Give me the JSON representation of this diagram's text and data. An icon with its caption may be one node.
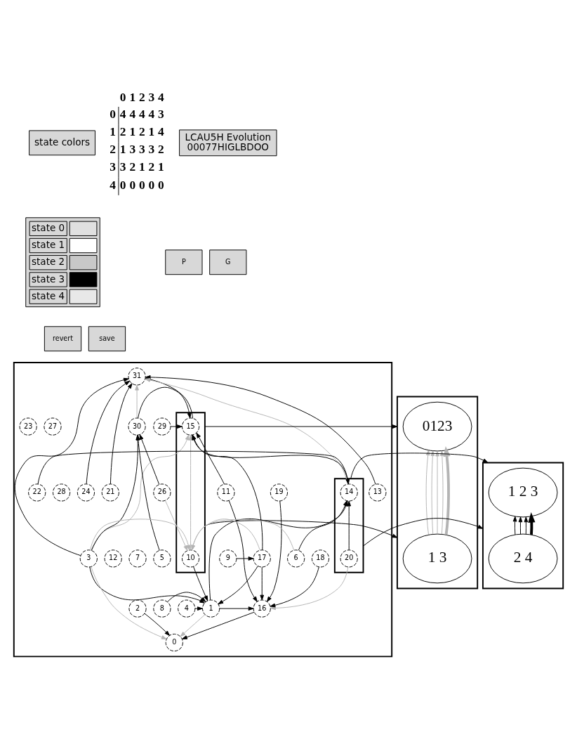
{
  "diagram": {
    "nodes": [
      {
        "text": [
          "state colors"
        ]
      },
      {
        "text": [
          "LCAU5H Evolution",
          "00077HIGLBDOO"
        ]
      },
      {
        "text": [],
        "shape": "box"
      },
      {
        "text": [
          "31"
        ],
        "in": 2
      },
      {
        "text": [],
        "shape": "box",
        "in": 2
      },
      {
        "text": [
          "15"
        ],
        "in": 4
      },
      {
        "text": [
          "29"
        ],
        "in": 2
      },
      {
        "text": [
          "27"
        ],
        "in": 2
      },
      {
        "text": [
          "23"
        ],
        "in": 2
      },
      {
        "text": [
          "30"
        ],
        "in": 2
      },
      {
        "text": [
          "11"
        ],
        "in": 2
      },
      {
        "text": [
          "28"
        ],
        "in": 2
      },
      {
        "text": [
          "13"
        ],
        "in": 2
      },
      {
        "text": [
          "24"
        ],
        "in": 2
      },
      {
        "text": [
          "21"
        ],
        "in": 2
      },
      {
        "text": [
          "19"
        ],
        "in": 2
      },
      {
        "text": [
          "26"
        ],
        "in": 2
      },
      {
        "text": [
          "22"
        ],
        "in": 2
      },
      {
        "text": [],
        "shape": "box",
        "in": 2
      },
      {
        "text": [
          "14"
        ],
        "in": 18
      },
      {
        "text": [
          "10"
        ],
        "in": 4
      },
      {
        "text": [
          "9"
        ],
        "in": 2
      },
      {
        "text": [
          "7"
        ],
        "in": 2
      },
      {
        "text": [
          "12"
        ],
        "in": 2
      },
      {
        "text": [
          "17"
        ],
        "in": 2
      },
      {
        "text": [
          "3"
        ],
        "in": 2
      },
      {
        "text": [
          "5"
        ],
        "in": 2
      },
      {
        "text": [
          "6"
        ],
        "in": 2
      },
      {
        "text": [
          "18"
        ],
        "in": 2
      },
      {
        "text": [
          "20"
        ],
        "in": 18
      },
      {
        "text": [
          "2"
        ],
        "in": 2
      },
      {
        "text": [
          "4"
        ],
        "in": 2
      },
      {
        "text": [
          "1"
        ],
        "in": 2
      },
      {
        "text": [
          "8"
        ],
        "in": 2
      },
      {
        "text": [
          "16"
        ],
        "in": 2
      },
      {
        "text": [
          "0"
        ],
        "in": 2
      },
      {
        "text": [],
        "shape": "box"
      },
      {
        "text": [
          "0123"
        ],
        "in": 36
      },
      {
        "text": [
          "1 3"
        ],
        "in": 36
      },
      {
        "text": [],
        "shape": "box"
      },
      {
        "text": [
          "1 2 3"
        ],
        "in": 39
      },
      {
        "text": [
          "2 4"
        ],
        "in": 39
      }
    ],
    "edges": [
      {
        "from": 5,
        "to": 3,
        "arrow": "to"
      },
      {
        "from": 12,
        "to": 3,
        "arrow": "to"
      },
      {
        "from": 14,
        "to": 3,
        "arrow": "to"
      },
      {
        "from": 13,
        "to": 3,
        "arrow": "to"
      },
      {
        "from": 25,
        "to": 3,
        "arrow": "to"
      },
      {
        "from": 9,
        "to": 3,
        "arrow": "to",
        "color": "#b4b4b4"
      },
      {
        "from": 19,
        "to": 3,
        "arrow": "to",
        "color": "#b4b4b4"
      },
      {
        "from": 6,
        "to": 5,
        "arrow": "to"
      },
      {
        "from": 9,
        "to": 5,
        "arrow": "to"
      },
      {
        "from": 19,
        "to": 5,
        "arrow": "to"
      },
      {
        "from": 10,
        "to": 5,
        "arrow": "to"
      },
      {
        "from": 24,
        "to": 5,
        "arrow": "to"
      },
      {
        "from": 25,
        "to": 5,
        "arrow": "to",
        "color": "#b4b4b4"
      },
      {
        "from": 20,
        "to": 5,
        "arrow": "to",
        "color": "#b4b4b4"
      },
      {
        "from": 17,
        "to": 19,
        "arrow": "to"
      },
      {
        "from": 32,
        "to": 19,
        "arrow": "to"
      },
      {
        "from": 27,
        "to": 19,
        "arrow": "to"
      },
      {
        "from": 29,
        "to": 19,
        "arrow": "to"
      },
      {
        "from": 16,
        "to": 9,
        "arrow": "to"
      },
      {
        "from": 25,
        "to": 9,
        "arrow": "to"
      },
      {
        "from": 26,
        "to": 9,
        "arrow": "to"
      },
      {
        "from": 21,
        "to": 24,
        "arrow": "to"
      },
      {
        "from": 24,
        "to": 20,
        "arrow": "to",
        "color": "#b4b4b4"
      },
      {
        "from": 25,
        "to": 20,
        "arrow": "to",
        "color": "#b4b4b4"
      },
      {
        "from": 27,
        "to": 20,
        "arrow": "to",
        "color": "#b4b4b4"
      },
      {
        "from": 16,
        "to": 20,
        "arrow": "to",
        "color": "#b4b4b4"
      },
      {
        "from": 20,
        "to": 32,
        "arrow": "to"
      },
      {
        "from": 24,
        "to": 32,
        "arrow": "to"
      },
      {
        "from": 25,
        "to": 32,
        "arrow": "to"
      },
      {
        "from": 33,
        "to": 32,
        "arrow": "to"
      },
      {
        "from": 31,
        "to": 32,
        "arrow": "to"
      },
      {
        "from": 10,
        "to": 34,
        "arrow": "to"
      },
      {
        "from": 24,
        "to": 34,
        "arrow": "to"
      },
      {
        "from": 15,
        "to": 34,
        "arrow": "to"
      },
      {
        "from": 28,
        "to": 34,
        "arrow": "to"
      },
      {
        "from": 32,
        "to": 34,
        "arrow": "to"
      },
      {
        "from": 29,
        "to": 34,
        "arrow": "to",
        "color": "#b4b4b4"
      },
      {
        "from": 30,
        "to": 35,
        "arrow": "to"
      },
      {
        "from": 34,
        "to": 35,
        "arrow": "to"
      },
      {
        "from": 32,
        "to": 35,
        "arrow": "to",
        "color": "#b4b4b4"
      },
      {
        "from": 25,
        "to": 35,
        "arrow": "to",
        "color": "#b4b4b4"
      },
      {
        "from": 38,
        "to": 37,
        "arrow": "to",
        "color": "#b4b4b4"
      },
      {
        "from": 38,
        "to": 37,
        "arrow": "to",
        "color": "#b4b4b4"
      },
      {
        "from": 38,
        "to": 37,
        "arrow": "to",
        "color": "#b4b4b4"
      },
      {
        "from": 38,
        "to": 37,
        "arrow": "to",
        "color": "#b4b4b4"
      },
      {
        "from": 38,
        "to": 37,
        "arrow": "to",
        "style": "thick",
        "color": "#b4b4b4"
      },
      {
        "from": 41,
        "to": 40,
        "arrow": "to"
      },
      {
        "from": 41,
        "to": 40,
        "arrow": "to"
      },
      {
        "from": 41,
        "to": 40,
        "arrow": "to"
      },
      {
        "from": 41,
        "to": 40,
        "arrow": "to",
        "style": "thick"
      },
      {
        "from": 4,
        "to": 36,
        "arrow": "to"
      },
      {
        "from": 4,
        "to": 36,
        "arrow": "to"
      },
      {
        "from": 18,
        "to": 39,
        "arrow": "to"
      },
      {
        "from": 18,
        "to": 39,
        "arrow": "to"
      }
    ],
    "labels": [
      "0",
      "1",
      "2",
      "3",
      "4",
      "0",
      "4",
      "4",
      "4",
      "4",
      "3",
      "1",
      "2",
      "1",
      "2",
      "1",
      "4",
      "2",
      "1",
      "3",
      "3",
      "3",
      "2",
      "3",
      "3",
      "2",
      "1",
      "2",
      "1",
      "4",
      "0",
      "0",
      "0",
      "0",
      "0",
      "revert",
      "save",
      "P",
      "G"
    ],
    "legend": [
      {
        "text": "state 0",
        "color": "#e0e0e0"
      },
      {
        "text": "state 1",
        "color": "#ffffff"
      },
      {
        "text": "state 2",
        "color": "#c8c8c8"
      },
      {
        "text": "state 3",
        "color": "#000000"
      },
      {
        "text": "state 4",
        "color": "#e8e8e8"
      }
    ]
  }
}
